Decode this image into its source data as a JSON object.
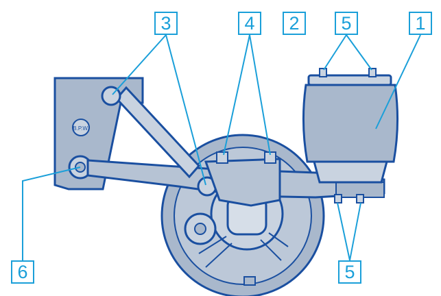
{
  "diagram": {
    "colors": {
      "accent": "#1a9fd9",
      "body_fill": "#a9b8cc",
      "body_light": "#c9d3e0",
      "outline": "#1a4fa0",
      "background": "#ffffff"
    },
    "callouts": [
      {
        "id": "c3",
        "label": "3",
        "part": "shock-absorber-mounts"
      },
      {
        "id": "c4",
        "label": "4",
        "part": "axle-clamp-nuts"
      },
      {
        "id": "c2",
        "label": "2",
        "part": "axle-beam"
      },
      {
        "id": "c5top",
        "label": "5",
        "part": "air-spring-top-studs"
      },
      {
        "id": "c1",
        "label": "1",
        "part": "air-spring"
      },
      {
        "id": "c6",
        "label": "6",
        "part": "spring-eye-pivot"
      },
      {
        "id": "c5bot",
        "label": "5",
        "part": "air-spring-bottom-bolts"
      }
    ],
    "logo_text": "B.P.W."
  }
}
